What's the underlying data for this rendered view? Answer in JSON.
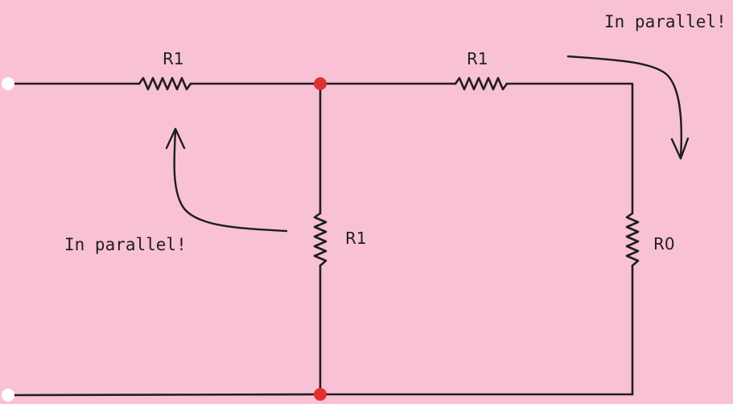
{
  "diagram": {
    "resistors": {
      "top_left": "R1",
      "top_right": "R1",
      "middle_vertical": "R1",
      "right_vertical": "R0"
    },
    "annotations": {
      "left_note": "In parallel!",
      "right_note": "In parallel!"
    },
    "colors": {
      "background": "#f9c1d6",
      "wire": "#1e1e1e",
      "junction_node": "#e03131",
      "terminal_node": "#ffffff"
    }
  }
}
